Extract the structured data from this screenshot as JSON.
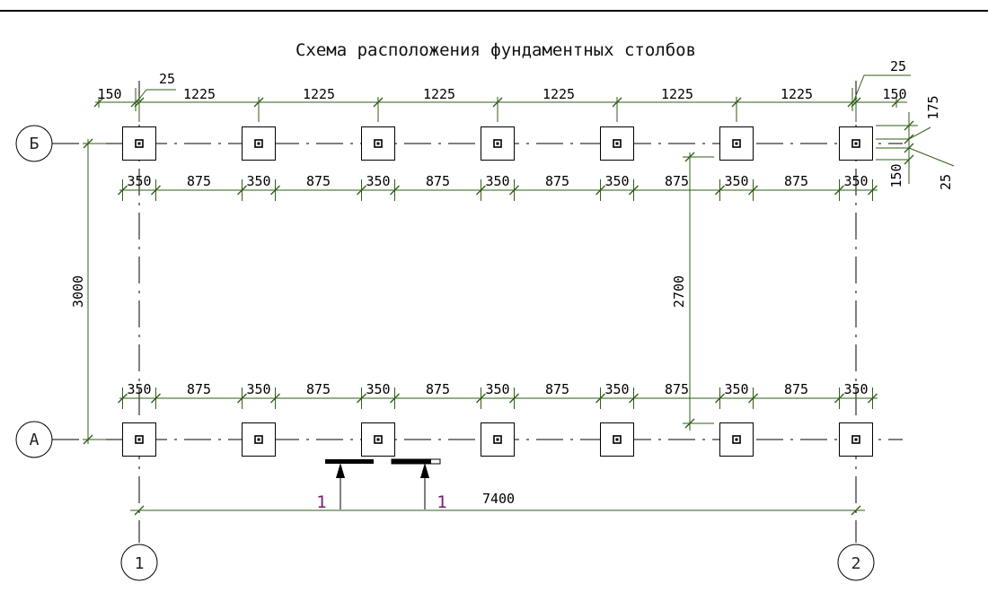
{
  "title": "Схема расположения фундаментных столбов",
  "axes": {
    "rows": [
      "Б",
      "А"
    ],
    "cols": [
      "1",
      "2"
    ]
  },
  "colors": {
    "dimension_line": "#2e5e16",
    "section_label": "#7a1a7a",
    "line": "#000000"
  },
  "dimensions": {
    "top_row": [
      "150",
      "1225",
      "1225",
      "1225",
      "1225",
      "1225",
      "1225",
      "150"
    ],
    "top_small": "25",
    "top_right_small": "25",
    "right_vertical": [
      "175",
      "150",
      "25"
    ],
    "pad_chain_b": [
      "350",
      "875",
      "350",
      "875",
      "350",
      "875",
      "350",
      "875",
      "350",
      "875",
      "350",
      "875",
      "350"
    ],
    "pad_chain_a": [
      "350",
      "875",
      "350",
      "875",
      "350",
      "875",
      "350",
      "875",
      "350",
      "875",
      "350",
      "875",
      "350"
    ],
    "left_vertical": "3000",
    "inner_vertical": "2700",
    "overall": "7400"
  },
  "section": {
    "left": "1",
    "right": "1"
  },
  "column_count": 7
}
